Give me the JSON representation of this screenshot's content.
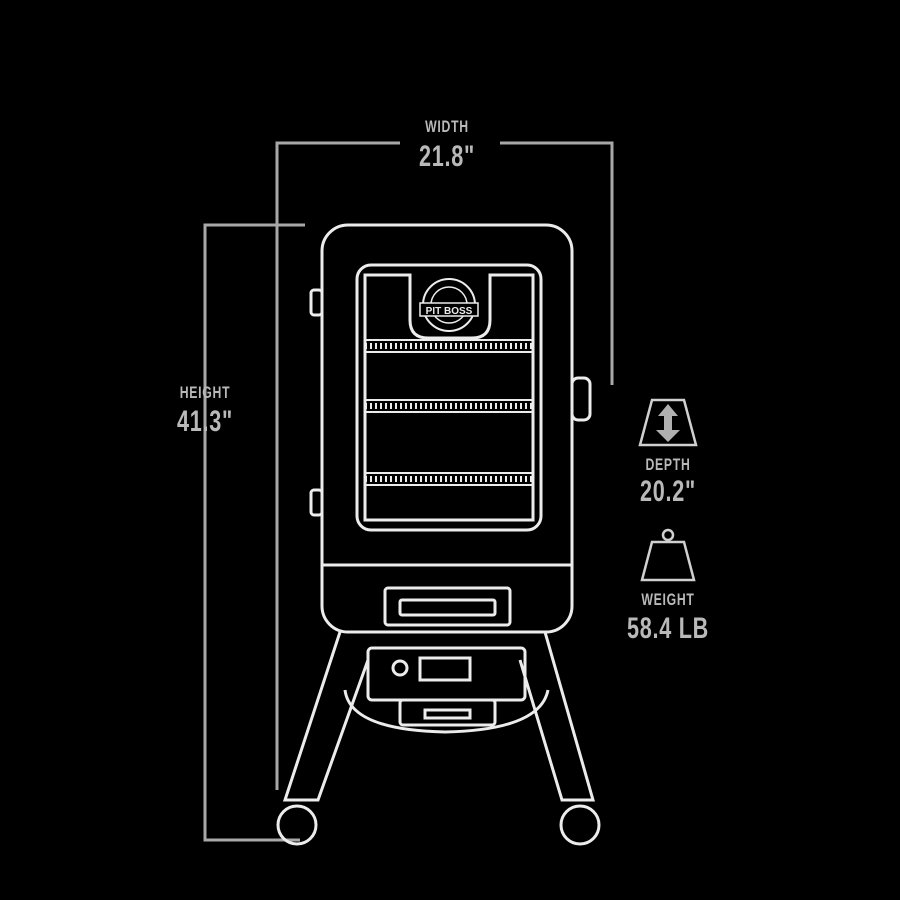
{
  "width": {
    "label": "WIDTH",
    "value": "21.8\""
  },
  "height": {
    "label": "HEIGHT",
    "value": "41.3\""
  },
  "depth": {
    "label": "DEPTH",
    "value": "20.2\"",
    "icon": "depth-arrow-icon"
  },
  "weight": {
    "label": "WEIGHT",
    "value": "58.4 LB",
    "icon": "weight-icon"
  },
  "logo": {
    "text": "PIT BOSS"
  },
  "colors": {
    "background": "#000000",
    "lines": "#e6e6e6",
    "dimension_lines": "#a8a8a8",
    "text": "#b9b9b9"
  }
}
